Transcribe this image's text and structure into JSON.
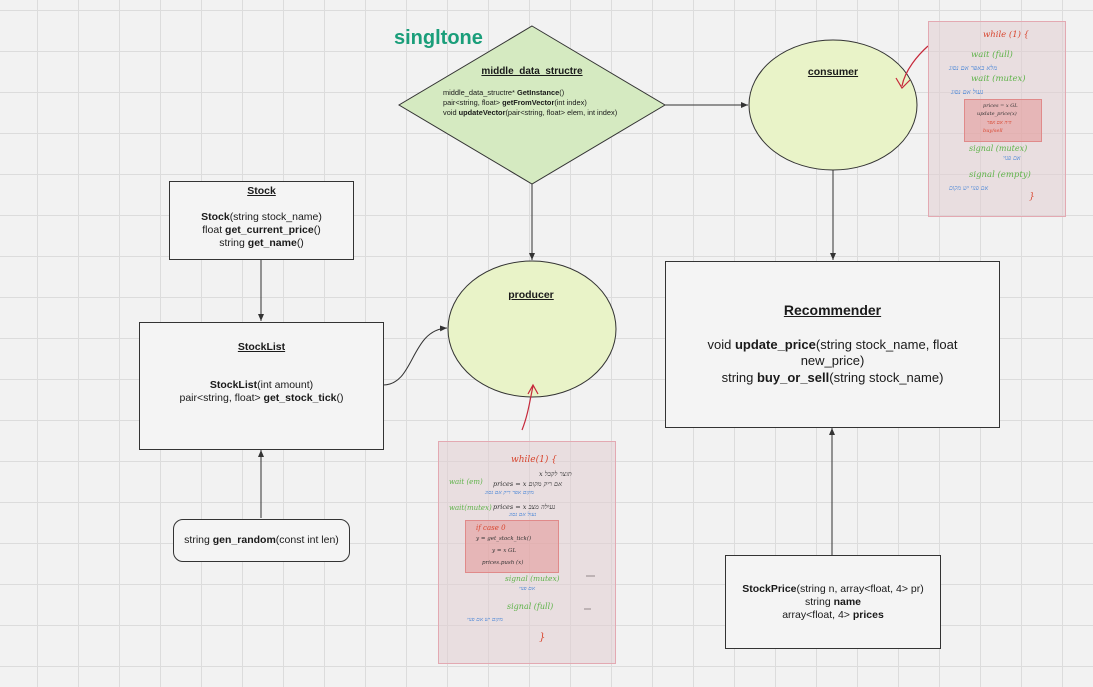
{
  "singleton_label": "singltone",
  "middle": {
    "title": "middle_data_structre",
    "line1_a": "middle_data_structre* ",
    "line1_b": "GetInstance",
    "line1_c": "()",
    "line2_a": "pair<string, float> ",
    "line2_b": "getFromVector",
    "line2_c": "(int index)",
    "line3_a": "void ",
    "line3_b": "updateVector",
    "line3_c": "(pair<string, float> elem, int index)"
  },
  "consumer": {
    "title": "consumer"
  },
  "producer": {
    "title": "producer"
  },
  "stock": {
    "title": "Stock",
    "ctor_name": "Stock",
    "ctor_args": "(string stock_name)",
    "m1_type": "float ",
    "m1_name": "get_current_price",
    "m1_args": "()",
    "m2_type": "string ",
    "m2_name": "get_name",
    "m2_args": "()"
  },
  "stocklist": {
    "title": "StockList",
    "ctor_name": "StockList",
    "ctor_args": "(int amount)",
    "m1_type": "pair<string, float> ",
    "m1_name": "get_stock_tick",
    "m1_args": "()"
  },
  "gen_random": {
    "type": "string ",
    "name": "gen_random",
    "args": "(const int len)"
  },
  "recommender": {
    "title": "Recommender",
    "m1_type": "void ",
    "m1_name": "update_price",
    "m1_args": "(string stock_name, float new_price)",
    "m2_type": "string ",
    "m2_name": "buy_or_sell",
    "m2_args": "(string stock_name)"
  },
  "stockprice": {
    "ctor_name": "StockPrice",
    "ctor_args": "(string n, array<float, 4>  pr)",
    "f1_type": "string ",
    "f1_name": "name",
    "f2_type": "array<float, 4> ",
    "f2_name": "prices"
  },
  "consumer_note": {
    "l1": "while (1) {",
    "l2": "wait (full)",
    "l3": "מלא באפר אם נסוג",
    "l4": "wait (mutex)",
    "l5": "נעול אם נסוג",
    "l6": "prices = x  GL",
    "l7": "update_price(x)",
    "l8": "היה אם אפר",
    "l9": "buy/sell",
    "l10": "signal (mutex)",
    "l11": "אם פנוי",
    "l12": "signal (empty)",
    "l13": "אם פנוי יש מקום",
    "l14": "}"
  },
  "producer_note": {
    "l1": "while(1) {",
    "l2": "x  תוצר  לקבל",
    "l3": "wait (em)",
    "l4": "prices = x  אם  ריק  מקום",
    "l5": "מקום אפר ריק אם נסוג",
    "l6": "wait(mutex)",
    "l7": "prices  = x  נעילה מצב",
    "l8": "נעול  אם  נסוג",
    "l9": "if  case  0",
    "l10": "y = get_stock_tick()",
    "l11": "y = x  GL",
    "l12": "prices.push (x)",
    "l13": "signal (mutex)",
    "l14": "אם  פנוי",
    "l15": "signal (full)",
    "l16": "מקום  יש  אם  פנוי",
    "l17": "}"
  }
}
